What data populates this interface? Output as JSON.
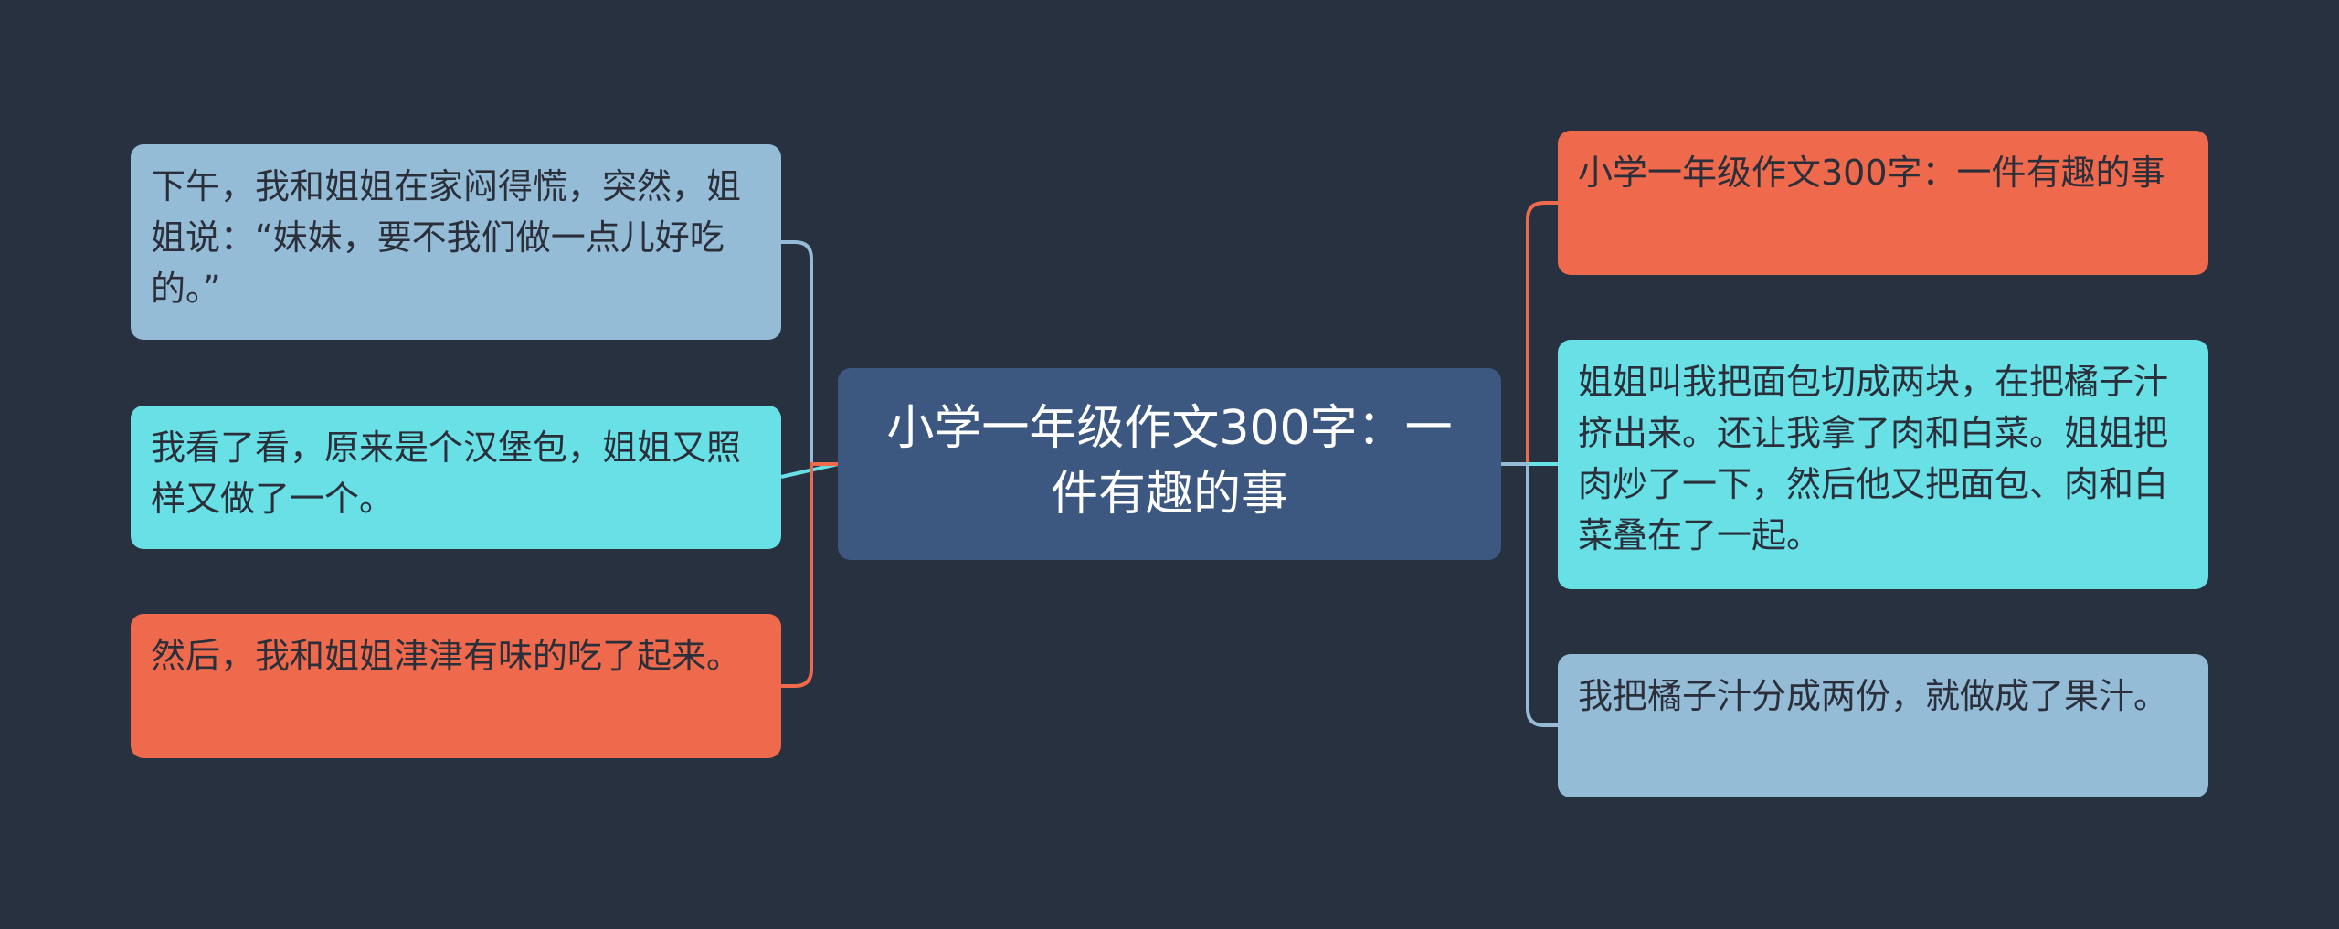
{
  "center": {
    "text": "小学一年级作文300字：一件有趣的事",
    "color": "#3c5780"
  },
  "left_branches": [
    {
      "text": "下午，我和姐姐在家闷得慌，突然，姐姐说：“妹妹，要不我们做一点儿好吃的。”",
      "color": "#95bcd7"
    },
    {
      "text": "我看了看，原来是个汉堡包，姐姐又照样又做了一个。",
      "color": "#68e0e6"
    },
    {
      "text": "然后，我和姐姐津津有味的吃了起来。",
      "color": "#ef6a4c"
    }
  ],
  "right_branches": [
    {
      "text": "小学一年级作文300字：一件有趣的事",
      "color": "#ef6a4c"
    },
    {
      "text": "姐姐叫我把面包切成两块，在把橘子汁挤出来。还让我拿了肉和白菜。姐姐把肉炒了一下，然后他又把面包、肉和白菜叠在了一起。",
      "color": "#68e0e6"
    },
    {
      "text": "我把橘子汁分成两份，就做成了果汁。",
      "color": "#95bcd7"
    }
  ],
  "background_color": "#283140"
}
